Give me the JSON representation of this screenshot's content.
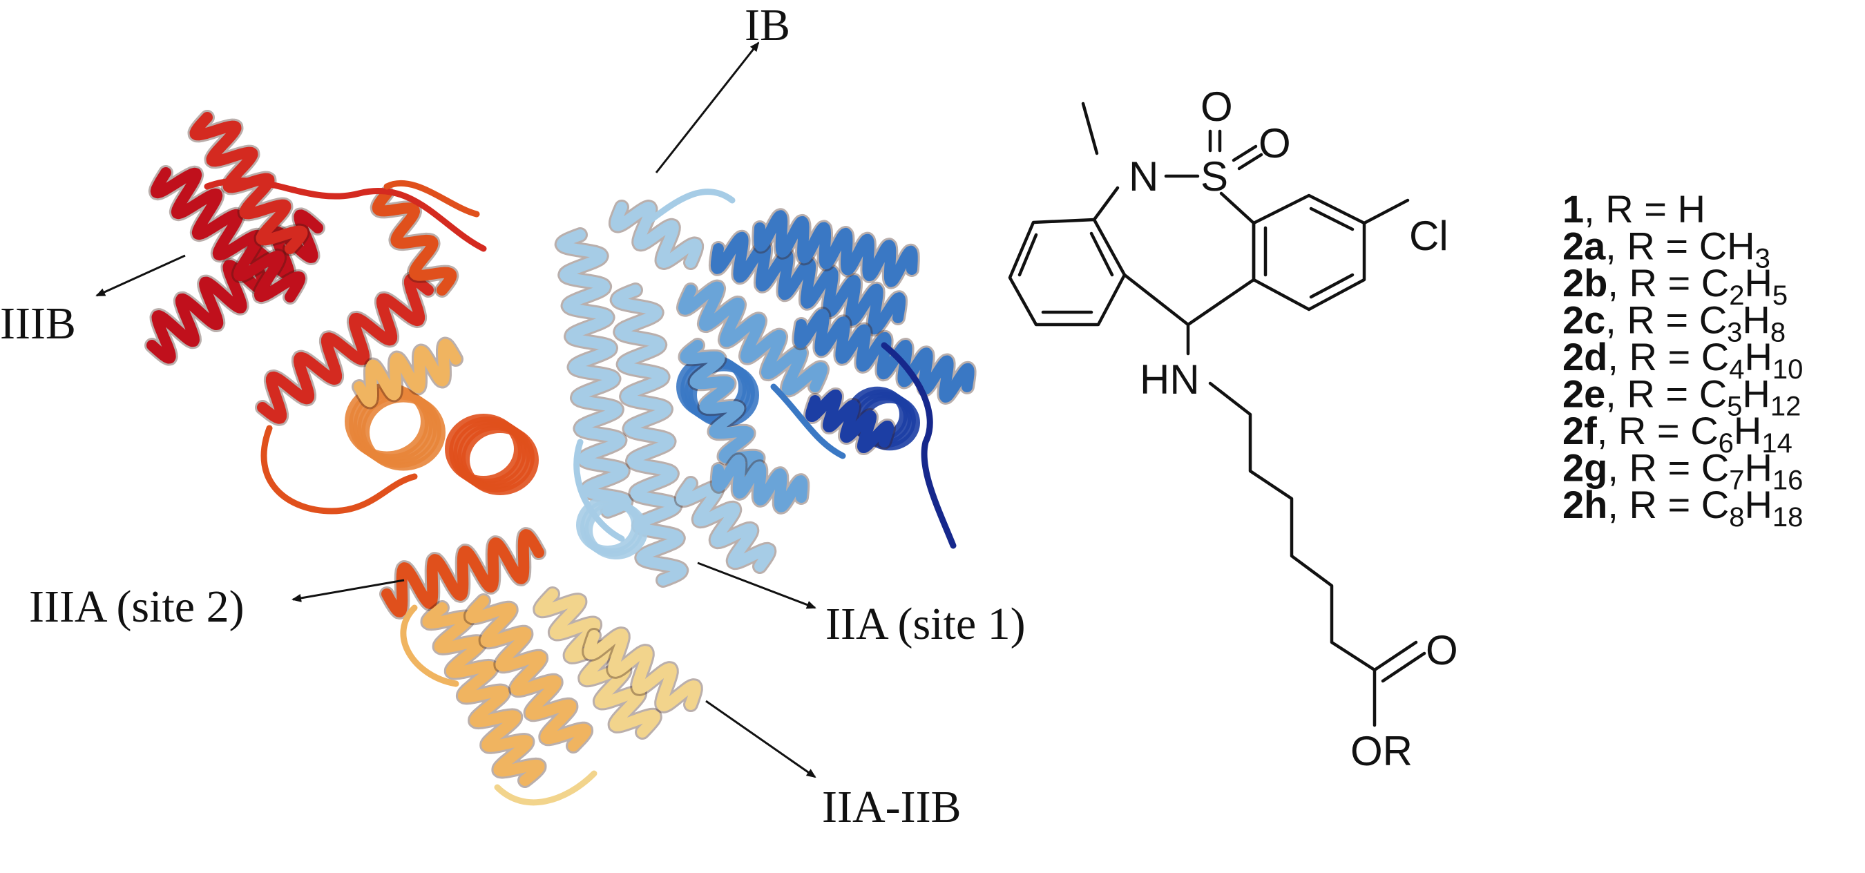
{
  "protein": {
    "domain_labels": {
      "ib": "IB",
      "iiib": "IIIB",
      "iiia": "IIIA (site 2)",
      "iia": "IIA (site 1)",
      "iia_iib": "IIA-IIB"
    },
    "colors": {
      "dark_red": "#c0101c",
      "red": "#d42a20",
      "red_orange": "#e0501c",
      "orange": "#e8853a",
      "light_orange": "#f0b460",
      "pale_yellow": "#f2d48c",
      "light_blue": "#a6cce6",
      "sky_blue": "#6aa4d8",
      "blue": "#3a78c4",
      "dark_blue": "#1c3ea4",
      "navy": "#16288c"
    }
  },
  "molecule": {
    "atoms": {
      "o1": "O",
      "o2": "O",
      "n": "N",
      "s": "S",
      "cl": "Cl",
      "hn": "HN",
      "o_carbonyl": "O",
      "or": "OR"
    }
  },
  "compounds": [
    {
      "id": "1",
      "prefix": ", R = ",
      "formula": [
        {
          "t": "H"
        }
      ]
    },
    {
      "id": "2a",
      "prefix": ", R = ",
      "formula": [
        {
          "t": "CH"
        },
        {
          "t": "3",
          "sub": true
        }
      ]
    },
    {
      "id": "2b",
      "prefix": ", R = ",
      "formula": [
        {
          "t": "C"
        },
        {
          "t": "2",
          "sub": true
        },
        {
          "t": "H"
        },
        {
          "t": "5",
          "sub": true
        }
      ]
    },
    {
      "id": "2c",
      "prefix": ", R = ",
      "formula": [
        {
          "t": "C"
        },
        {
          "t": "3",
          "sub": true
        },
        {
          "t": "H"
        },
        {
          "t": "8",
          "sub": true
        }
      ]
    },
    {
      "id": "2d",
      "prefix": ", R = ",
      "formula": [
        {
          "t": "C"
        },
        {
          "t": "4",
          "sub": true
        },
        {
          "t": "H"
        },
        {
          "t": "10",
          "sub": true
        }
      ]
    },
    {
      "id": "2e",
      "prefix": ", R = ",
      "formula": [
        {
          "t": "C"
        },
        {
          "t": "5",
          "sub": true
        },
        {
          "t": "H"
        },
        {
          "t": "12",
          "sub": true
        }
      ]
    },
    {
      "id": "2f",
      "prefix": ", R = ",
      "formula": [
        {
          "t": "C"
        },
        {
          "t": "6",
          "sub": true
        },
        {
          "t": "H"
        },
        {
          "t": "14",
          "sub": true
        }
      ]
    },
    {
      "id": "2g",
      "prefix": ", R = ",
      "formula": [
        {
          "t": "C"
        },
        {
          "t": "7",
          "sub": true
        },
        {
          "t": "H"
        },
        {
          "t": "16",
          "sub": true
        }
      ]
    },
    {
      "id": "2h",
      "prefix": ", R = ",
      "formula": [
        {
          "t": "C"
        },
        {
          "t": "8",
          "sub": true
        },
        {
          "t": "H"
        },
        {
          "t": "18",
          "sub": true
        }
      ]
    }
  ]
}
